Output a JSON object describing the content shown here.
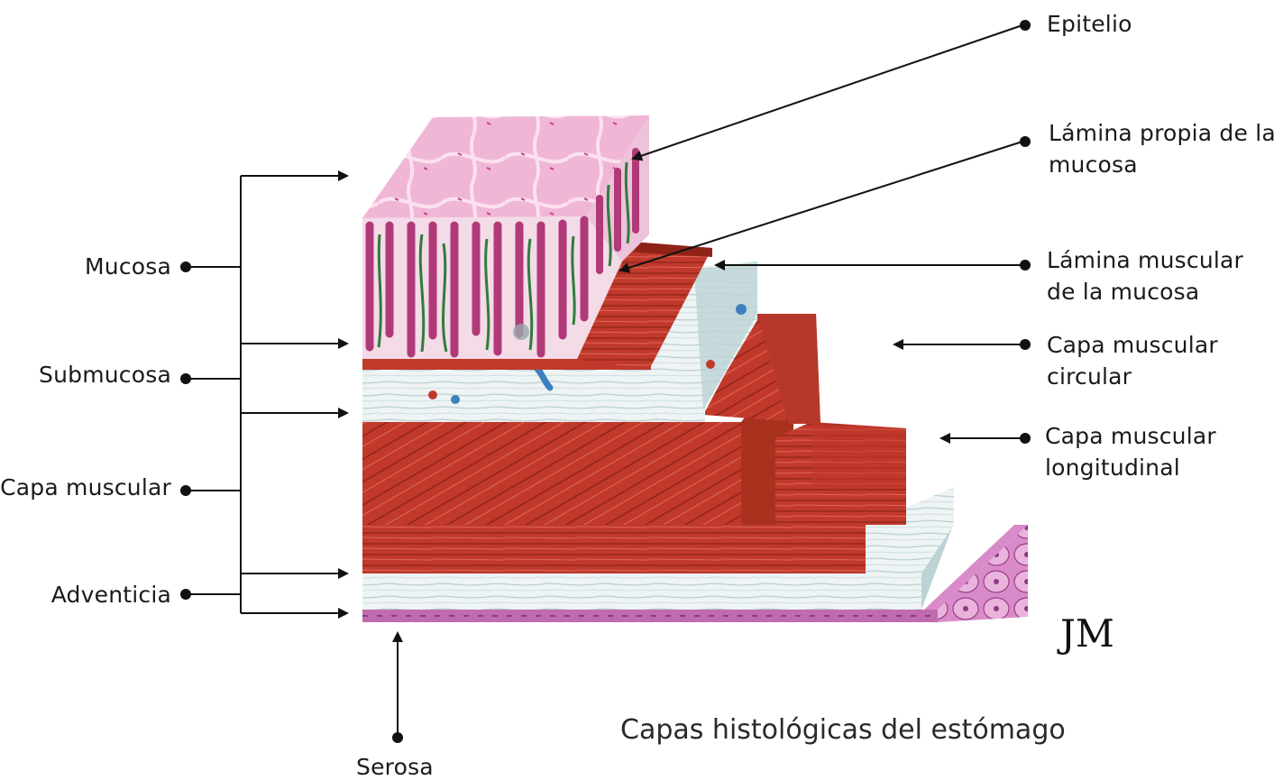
{
  "diagram": {
    "caption": "Capas histológicas del estómago",
    "signature": "JM",
    "left_labels": {
      "mucosa": "Mucosa",
      "submucosa": "Submucosa",
      "capa_muscular": "Capa muscular",
      "adventicia": "Adventicia"
    },
    "bottom_label": "Serosa",
    "right_labels": {
      "epitelio": "Epitelio",
      "lamina_propia": [
        "Lámina propia de la",
        "mucosa"
      ],
      "lamina_muscular": [
        "Lámina muscular",
        "de la mucosa"
      ],
      "capa_circular": [
        "Capa muscular",
        "circular"
      ],
      "capa_longitudinal": [
        "Capa muscular",
        "longitudinal"
      ]
    },
    "colors": {
      "mucosa_surface": "#e9a3c9",
      "epithelium": "#b03a78",
      "lamina_propia": "#2f7d3b",
      "muscle": "#c0392b",
      "muscle_dark": "#8e2418",
      "connective": "#eef3f3",
      "connective_shade": "#bcd3d6",
      "serosa": "#c06bb0",
      "vessel": "#3f7fbf",
      "line": "#111111"
    }
  }
}
